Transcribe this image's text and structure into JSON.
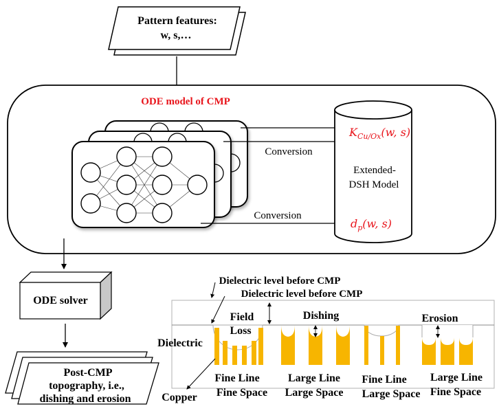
{
  "colors": {
    "accent_red": "#e8141b",
    "copper": "#f7b500",
    "line": "#000000",
    "panel_border": "#b0b0b0",
    "solver_side": "#c8c8c8"
  },
  "input_box": {
    "line1": "Pattern features:",
    "line2": "w, s,…"
  },
  "ode_model": {
    "title": "ODE model of CMP",
    "conversion_top": "Conversion",
    "conversion_bottom": "Conversion",
    "cylinder": {
      "line1": "Extended-",
      "line2": "DSH Model",
      "param_top": {
        "base": "K",
        "sub": "Cu/Ox",
        "args": "(w, s)"
      },
      "param_bottom": {
        "base": "d",
        "sub": "p",
        "args": "(w, s)"
      }
    }
  },
  "solver": {
    "label": "ODE solver"
  },
  "output_box": {
    "line1": "Post-CMP",
    "line2": "topography, i.e.,",
    "line3": "dishing and erosion"
  },
  "profile": {
    "label_level_top": "Dielectric level before CMP",
    "label_level_bottom": "Dielectric level before CMP",
    "label_field_loss_1": "Field",
    "label_field_loss_2": "Loss",
    "label_dishing": "Dishing",
    "label_erosion": "Erosion",
    "label_dielectric": "Dielectric",
    "label_copper": "Copper",
    "groups": [
      {
        "line1": "Fine Line",
        "line2": "Fine Space"
      },
      {
        "line1": "Large Line",
        "line2": "Large Space"
      },
      {
        "line1": "Fine Line",
        "line2": "Large Space"
      },
      {
        "line1": "Large Line",
        "line2": "Fine Space"
      }
    ]
  }
}
